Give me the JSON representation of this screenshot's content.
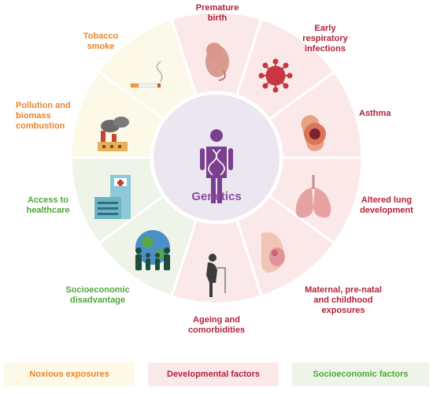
{
  "center": {
    "label": "Genetics"
  },
  "factors": {
    "premature_birth": [
      "Premature",
      "birth"
    ],
    "early_respiratory_infections": [
      "Early",
      "respiratory",
      "infections"
    ],
    "asthma": [
      "Asthma"
    ],
    "altered_lung_development": [
      "Altered lung",
      "development"
    ],
    "maternal_exposures": [
      "Maternal, pre-natal",
      "and childhood",
      "exposures"
    ],
    "ageing": [
      "Ageing and",
      "comorbidities"
    ],
    "socioeconomic_disadvantage": [
      "Socioeconomic",
      "disadvantage"
    ],
    "access_to_healthcare": [
      "Access to",
      "healthcare"
    ],
    "pollution": [
      "Pollution and",
      "biomass",
      "combustion"
    ],
    "tobacco": [
      "Tobacco",
      "smoke"
    ]
  },
  "legend": {
    "noxious": "Noxious exposures",
    "developmental": "Developmental factors",
    "socioeconomic": "Socioeconomic factors"
  },
  "colors": {
    "noxious_fill": "#fdf9e8",
    "developmental_fill": "#fbe9ea",
    "socioeconomic_fill": "#eef4e8",
    "noxious_text": "#e8862b",
    "developmental_text": "#b3223a",
    "socioeconomic_text": "#4ea63b",
    "genetics": "#8b4c9e",
    "genetics_circle": "#ece6f1"
  },
  "icons": [
    "fetus-icon",
    "virus-icon",
    "airway-icon",
    "lungs-icon",
    "pregnant-belly-icon",
    "elderly-walker-icon",
    "family-globe-icon",
    "hospital-icon",
    "factory-icon",
    "cigarette-icon",
    "dna-person-icon"
  ]
}
